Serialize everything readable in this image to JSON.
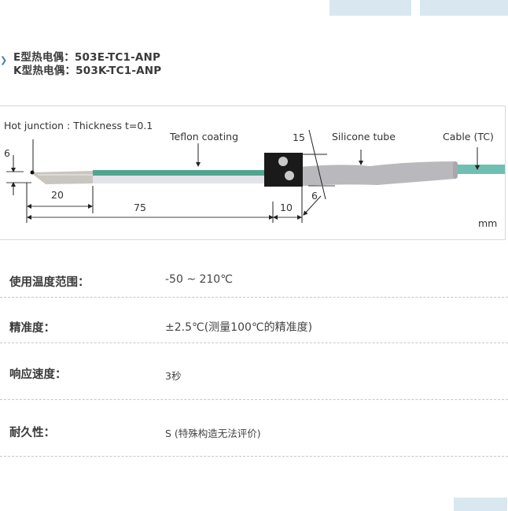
{
  "top_tabs": [
    {
      "label": ""
    },
    {
      "label": ""
    }
  ],
  "models": {
    "marker_icon": "chevron-right-icon",
    "items": [
      {
        "label": "E型热电偶：503E-TC1-ANP"
      },
      {
        "label": "K型热电偶：503K-TC1-ANP"
      }
    ]
  },
  "diagram": {
    "labels": {
      "hot_junction": "Hot junction : Thickness t=0.1",
      "teflon": "Teflon coating",
      "silicone": "Silicone tube",
      "cable": "Cable (TC)",
      "dim_6_left": "6",
      "dim_20": "20",
      "dim_75": "75",
      "dim_10": "10",
      "dim_15": "15",
      "dim_6_right": "6",
      "unit": "mm"
    },
    "colors": {
      "teflon_green": "#4fa58f",
      "tube_gray": "#b9b9bd",
      "cable_teal": "#6fc0b2",
      "block_black": "#1a1a1a"
    }
  },
  "specs": [
    {
      "label": "使用温度范围：",
      "value": "-50 ~ 210℃"
    },
    {
      "label": "精准度：",
      "value": "±2.5℃(测量100℃的精准度)"
    },
    {
      "label": "响应速度：",
      "value": "3秒"
    },
    {
      "label": "耐久性：",
      "value": "S (特殊构造无法评价)"
    }
  ]
}
